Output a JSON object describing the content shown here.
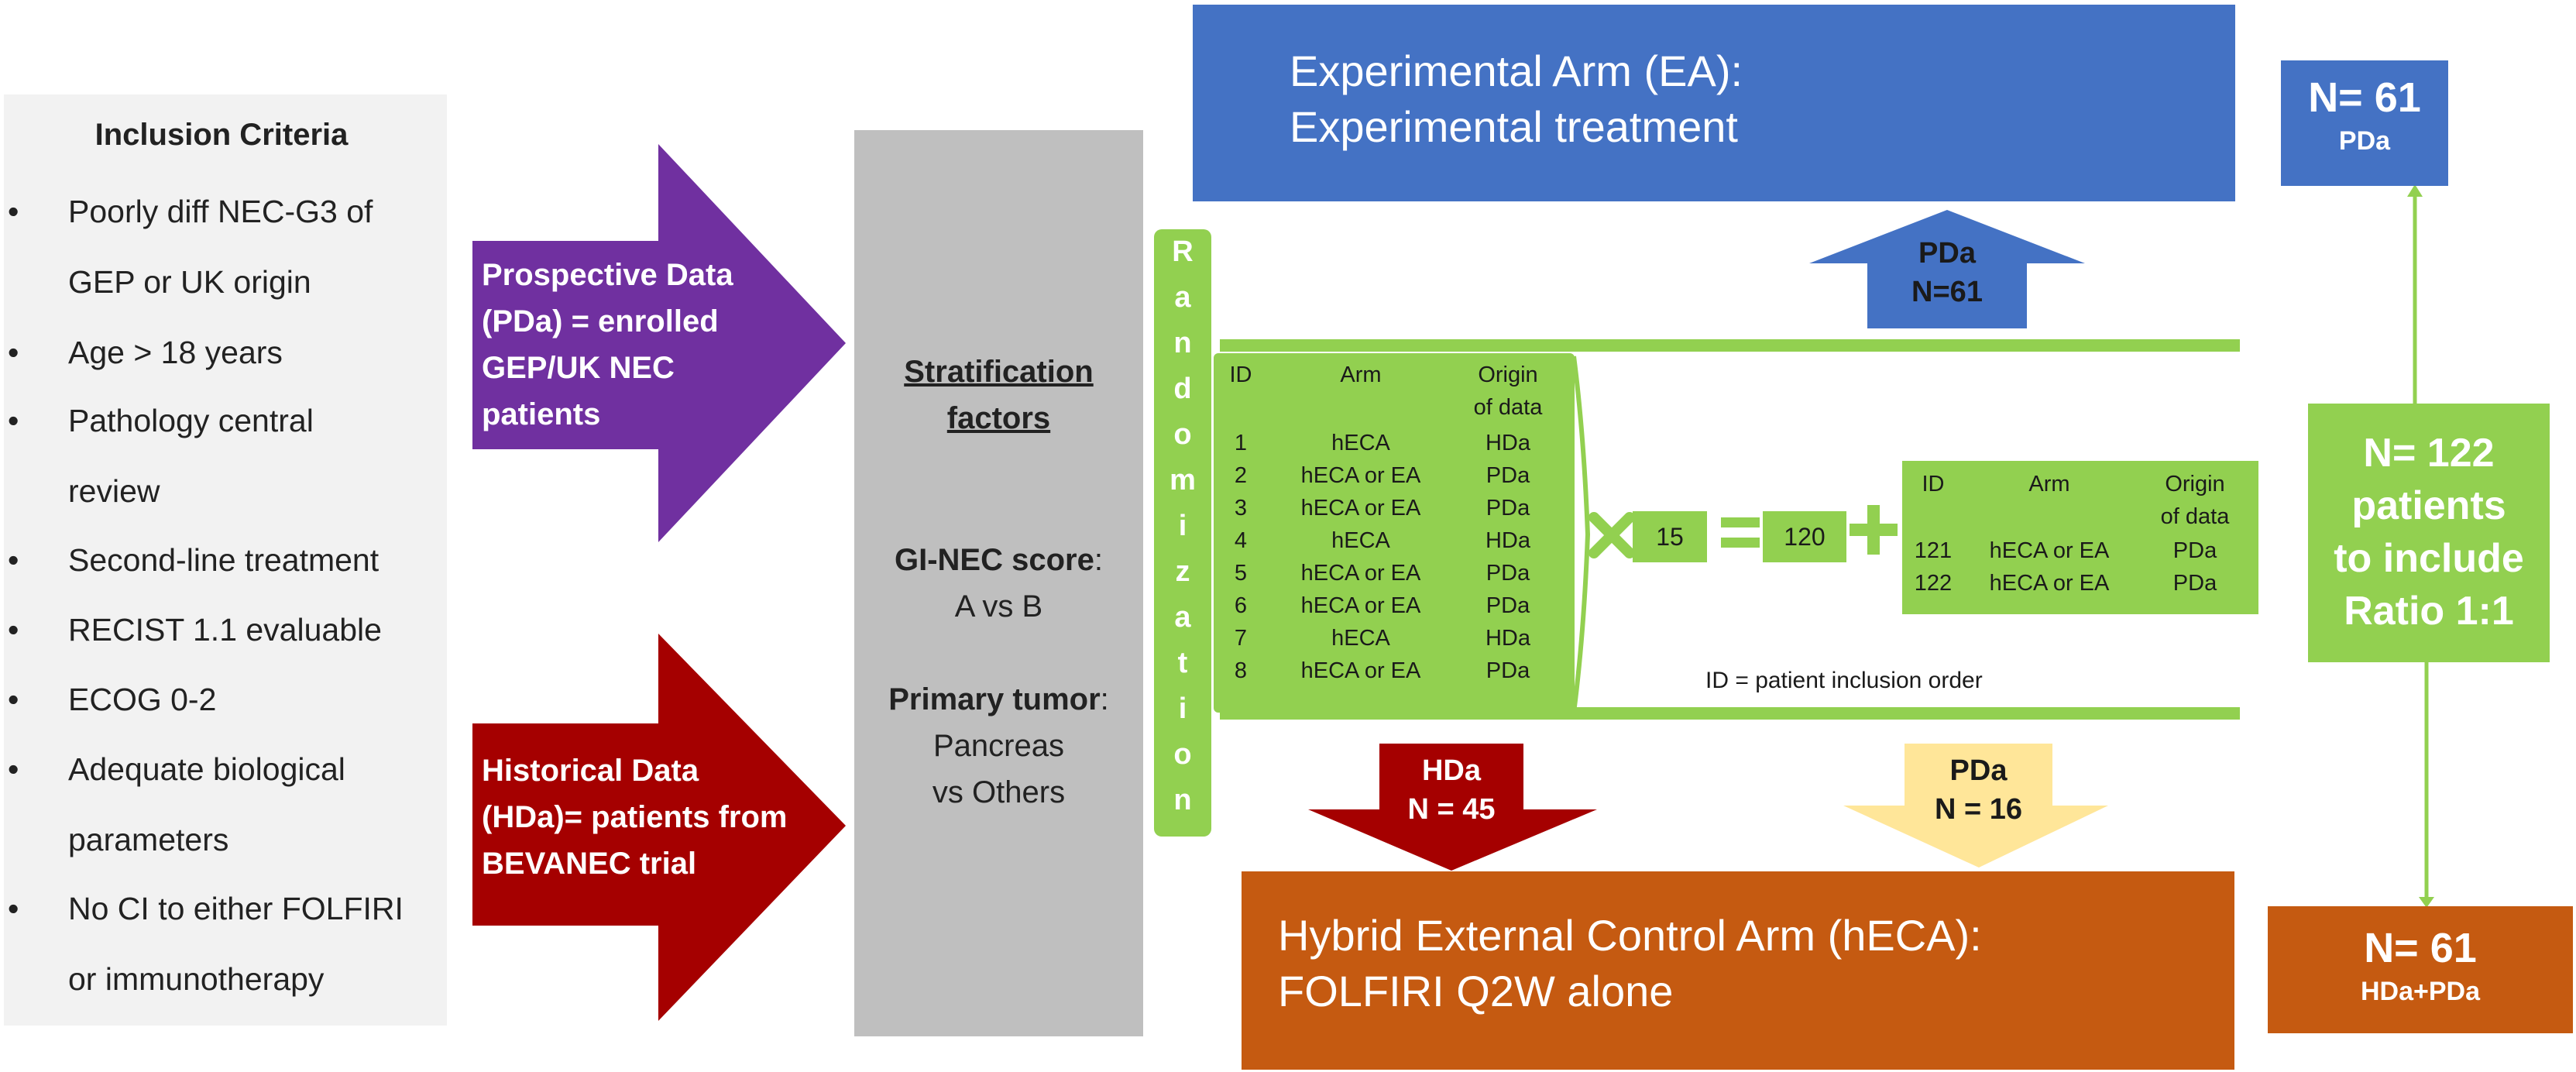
{
  "inclusion": {
    "title": "Inclusion Criteria",
    "items": [
      {
        "lines": [
          "Poorly diff NEC-G3 of",
          "GEP or UK origin"
        ]
      },
      {
        "lines": [
          "Age > 18 years"
        ]
      },
      {
        "lines": [
          "Pathology central",
          "review"
        ]
      },
      {
        "lines": [
          "Second-line treatment"
        ]
      },
      {
        "lines": [
          "RECIST 1.1 evaluable"
        ]
      },
      {
        "lines": [
          "ECOG 0-2"
        ]
      },
      {
        "lines": [
          "Adequate biological",
          "parameters"
        ]
      },
      {
        "lines": [
          "No CI to either FOLFIRI",
          "or immunotherapy"
        ]
      }
    ],
    "bullet": "•"
  },
  "prospective": {
    "lines": [
      "Prospective Data",
      "(PDa) = enrolled",
      "GEP/UK NEC",
      "patients"
    ],
    "color": "#7030a0"
  },
  "historical": {
    "lines": [
      "Historical Data",
      "(HDa)= patients from",
      "BEVANEC trial"
    ],
    "color": "#a50000"
  },
  "stratification": {
    "title_lines": [
      "Stratification",
      "factors"
    ],
    "gi_nec_label": "GI-NEC score",
    "gi_nec_colon": ":",
    "gi_nec_value": "A vs B",
    "primary_label": "Primary tumor",
    "primary_colon": ":",
    "primary_values": [
      "Pancreas",
      "vs Others"
    ]
  },
  "randomization": {
    "letters": [
      "R",
      "a",
      "n",
      "d",
      "o",
      "m",
      "i",
      "z",
      "a",
      "t",
      "i",
      "o",
      "n"
    ]
  },
  "ea": {
    "lines": [
      "Experimental Arm (EA):",
      "Experimental treatment"
    ],
    "color": "#4472c4"
  },
  "heca": {
    "lines": [
      "Hybrid External Control Arm (hECA):",
      "FOLFIRI Q2W alone"
    ],
    "color": "#c55a11"
  },
  "flow_arrows": {
    "pda_up": [
      "PDa",
      "N=61"
    ],
    "hda_down": [
      "HDa",
      "N = 45"
    ],
    "pda_down": [
      "PDa",
      "N = 16"
    ],
    "hda_color": "#a50000",
    "pda_down_color": "#ffe699"
  },
  "table_main": {
    "headers": [
      "ID",
      "Arm",
      "Origin",
      "of data"
    ],
    "rows": [
      [
        "1",
        "hECA",
        "HDa"
      ],
      [
        "2",
        "hECA or EA",
        "PDa"
      ],
      [
        "3",
        "hECA or EA",
        "PDa"
      ],
      [
        "4",
        "hECA",
        "HDa"
      ],
      [
        "5",
        "hECA or EA",
        "PDa"
      ],
      [
        "6",
        "hECA or EA",
        "PDa"
      ],
      [
        "7",
        "hECA",
        "HDa"
      ],
      [
        "8",
        "hECA or EA",
        "PDa"
      ]
    ]
  },
  "math": {
    "multiplier": "15",
    "result": "120"
  },
  "table_extra": {
    "headers": [
      "ID",
      "Arm",
      "Origin",
      "of data"
    ],
    "rows": [
      [
        "121",
        "hECA or EA",
        "PDa"
      ],
      [
        "122",
        "hECA or EA",
        "PDa"
      ]
    ]
  },
  "id_note": "ID = patient inclusion order",
  "n_boxes": {
    "top": {
      "n": "N= 61",
      "sub": "PDa"
    },
    "total": {
      "lines": [
        "N= 122",
        "patients",
        "to include",
        "Ratio 1:1"
      ]
    },
    "bottom": {
      "n": "N= 61",
      "sub": "HDa+PDa"
    }
  },
  "colors": {
    "green": "#92d050",
    "blue": "#4472c4",
    "orange": "#c55a11",
    "purple": "#7030a0",
    "dark_red": "#a50000",
    "gray": "#bfbfbf"
  }
}
